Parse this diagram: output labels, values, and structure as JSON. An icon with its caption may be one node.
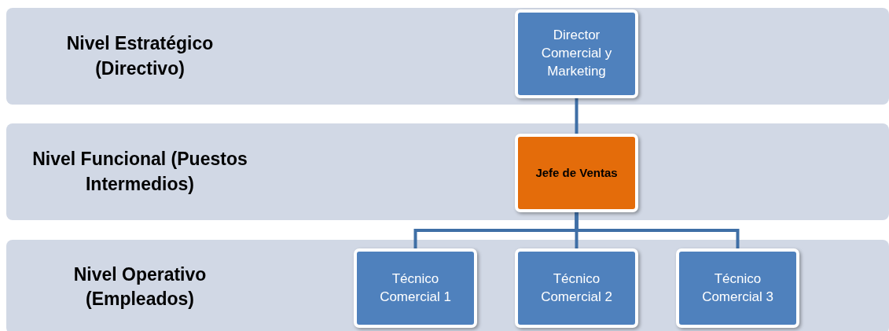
{
  "diagram": {
    "nodes": [
      {
        "text": [
          "Nivel Estratégico (Directivo)"
        ]
      },
      {
        "text": [
          "Director Comercial y Marketing"
        ],
        "in": 0
      },
      {
        "text": [
          "Nivel Funcional (Puestos Intermedios)"
        ]
      },
      {
        "text": [
          "Jefe de Ventas"
        ],
        "in": 2
      },
      {
        "text": [
          "Nivel Operativo (Empleados)"
        ]
      },
      {
        "text": [
          "Técnico Comercial 1"
        ],
        "in": 4
      },
      {
        "text": [
          "Técnico Comercial 2"
        ],
        "in": 4
      },
      {
        "text": [
          "Técnico Comercial 3"
        ],
        "in": 4
      }
    ],
    "edges": [
      {
        "from": 1,
        "to": 3,
        "arrow": "none"
      },
      {
        "from": 3,
        "to": 5,
        "arrow": "none"
      },
      {
        "from": 3,
        "to": 6,
        "arrow": "none"
      },
      {
        "from": 3,
        "to": 7,
        "arrow": "none"
      }
    ]
  }
}
